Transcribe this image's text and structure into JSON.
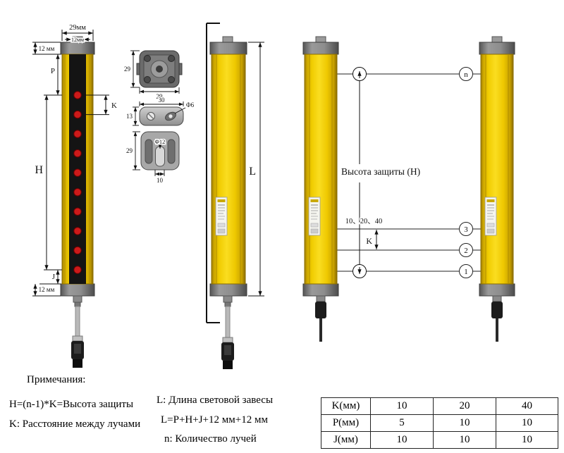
{
  "colors": {
    "device_yellow": "#f0cc00",
    "beam_red": "#cc1a1a",
    "cap_gray": "#8a8a8a"
  },
  "left_device": {
    "dim_width_top": "29мм",
    "dim_cap_top": "12мм",
    "dim_cap_height_top": "12 мм",
    "dim_p": "P",
    "dim_k": "K",
    "dim_h": "H",
    "dim_j": "J",
    "dim_cap_height_bottom": "12 мм"
  },
  "brackets": {
    "bracket1_height": "29",
    "bracket1_width": "29",
    "bracket2_width": "30",
    "bracket2_height": "13",
    "bracket2_hole": "Φ6",
    "bracket3_height": "29",
    "bracket3_hole": "Φ12",
    "bracket3_slot_width": "10"
  },
  "middle_device": {
    "dim_length": "L"
  },
  "right_diagram": {
    "protection_height": "Высота защиты (H)",
    "beam_spacing_values": "10、20、40",
    "dim_k": "K",
    "beams": [
      "n",
      "3",
      "2",
      "1"
    ]
  },
  "notes": {
    "title": "Примечания:",
    "h_formula": "H=(n-1)*K=Высота защиты",
    "k_desc": "K: Расстояние между лучами",
    "l_desc": "L: Длина световой завесы",
    "l_formula": "L=P+H+J+12 мм+12 мм",
    "n_desc": "n: Количество лучей"
  },
  "spec_table": {
    "rows": [
      {
        "label": "K(мм)",
        "values": [
          "10",
          "20",
          "40"
        ]
      },
      {
        "label": "P(мм)",
        "values": [
          "5",
          "10",
          "10"
        ]
      },
      {
        "label": "J(мм)",
        "values": [
          "10",
          "10",
          "10"
        ]
      }
    ]
  }
}
